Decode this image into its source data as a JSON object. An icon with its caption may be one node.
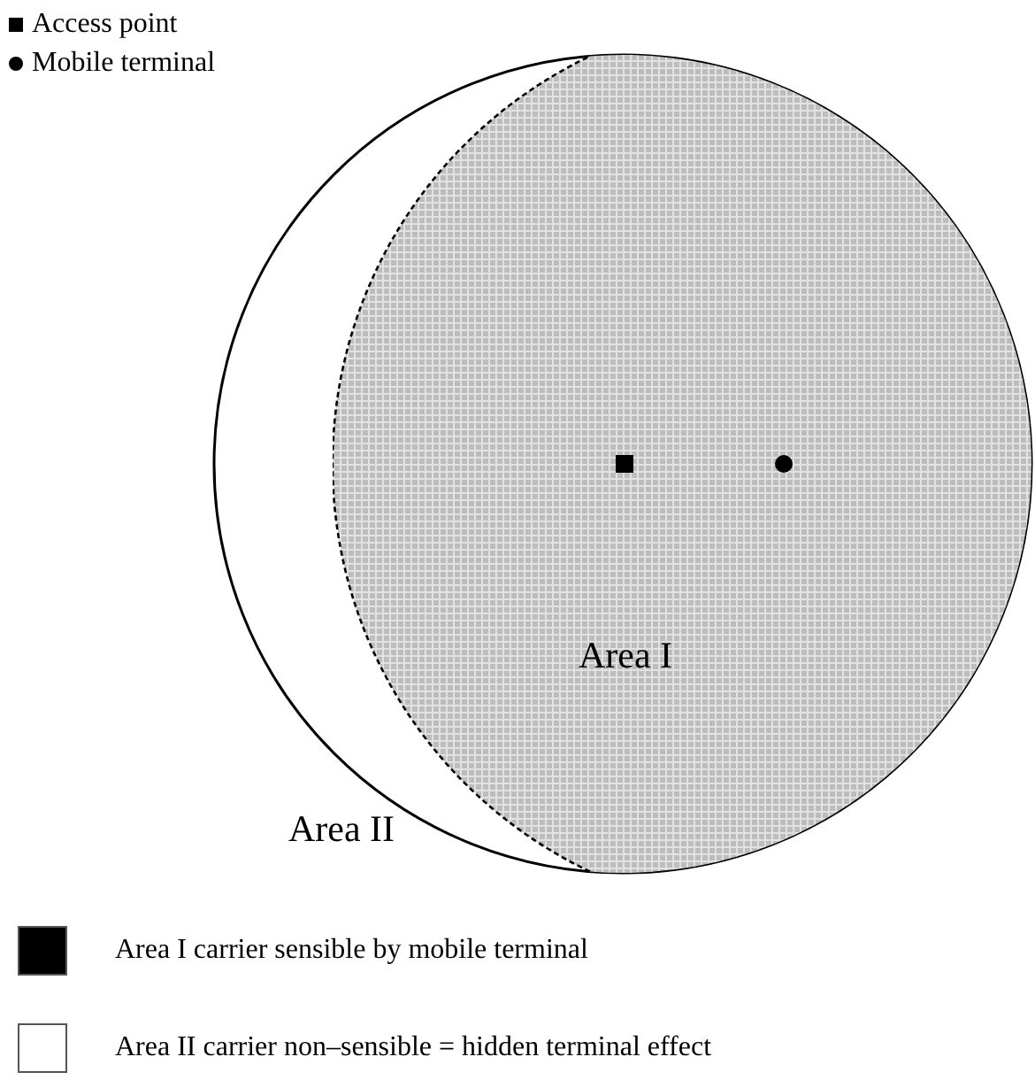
{
  "diagram": {
    "nodes": [
      {
        "text": [
          "Area II"
        ]
      },
      {
        "text": [
          "Area I"
        ],
        "in": 0
      },
      {
        "text": [],
        "shape": "box",
        "in": 1
      },
      {
        "text": [],
        "shape": "circle",
        "in": 1
      }
    ],
    "legend": [
      {
        "text": "Access point"
      },
      {
        "text": "Mobile terminal"
      },
      {
        "text": "Area I carrier sensible by mobile terminal",
        "color": "#000000"
      },
      {
        "text": "Area II carrier non–sensible = hidden terminal effect",
        "color": "#ffffff"
      }
    ]
  }
}
